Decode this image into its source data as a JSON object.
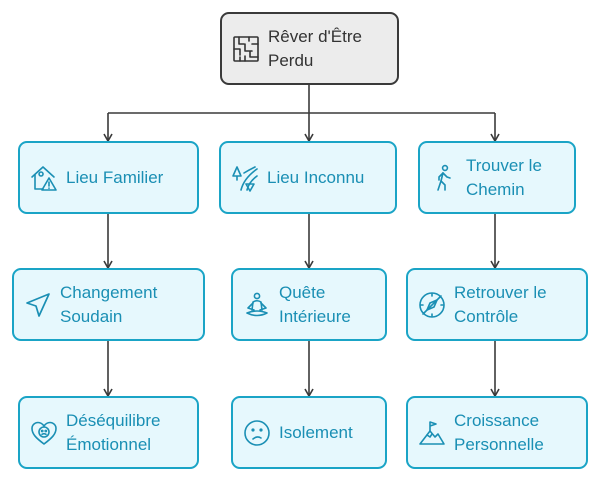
{
  "colors": {
    "node_fill": "#e6f8fd",
    "node_border": "#1aa4c6",
    "node_text": "#1a8fb4",
    "root_fill": "#ececec",
    "root_border": "#3a3a3a",
    "connector": "#3a3a3a"
  },
  "root": {
    "label": "Rêver d'Être Perdu",
    "icon": "maze-icon"
  },
  "columns": [
    {
      "level1": {
        "label": "Lieu Familier",
        "icon": "house-warning-icon"
      },
      "level2": {
        "label": "Changement Soudain",
        "icon": "navigation-arrow-icon"
      },
      "level3": {
        "label": "Déséquilibre Émotionnel",
        "icon": "heart-face-icon"
      }
    },
    {
      "level1": {
        "label": "Lieu Inconnu",
        "icon": "forest-path-icon"
      },
      "level2": {
        "label": "Quête Intérieure",
        "icon": "meditation-icon"
      },
      "level3": {
        "label": "Isolement",
        "icon": "sad-face-icon"
      }
    },
    {
      "level1": {
        "label": "Trouver le Chemin",
        "icon": "walking-person-icon"
      },
      "level2": {
        "label": "Retrouver le Contrôle",
        "icon": "crossed-compass-icon"
      },
      "level3": {
        "label": "Croissance Personnelle",
        "icon": "mountain-flag-icon"
      }
    }
  ]
}
